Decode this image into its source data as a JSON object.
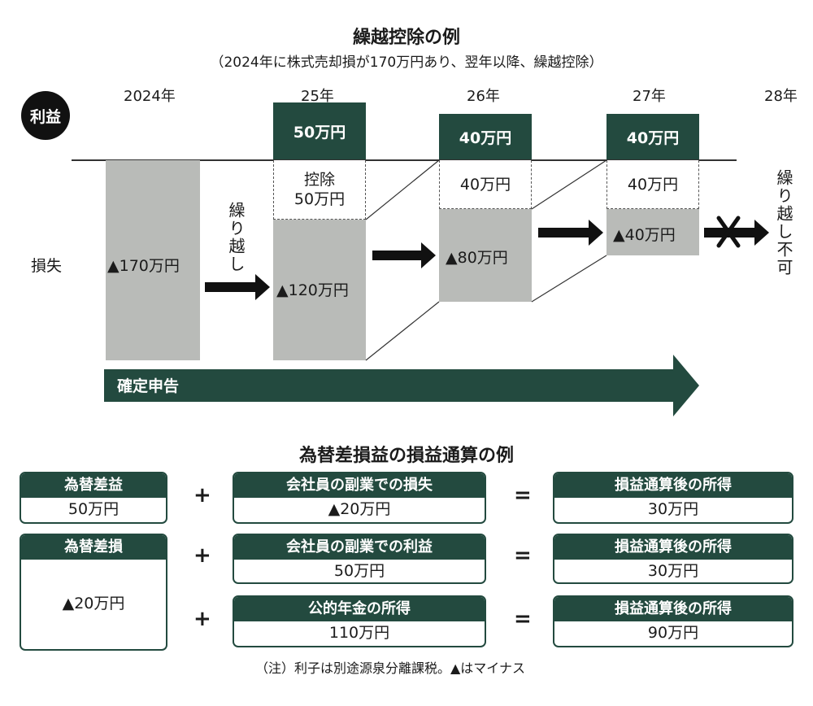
{
  "top": {
    "title": "繰越控除の例",
    "subtitle": "（2024年に株式売却損が170万円あり、翌年以降、繰越控除）",
    "years": [
      "2024年",
      "25年",
      "26年",
      "27年",
      "28年"
    ],
    "row_labels": {
      "profit": "利益",
      "loss": "損失"
    },
    "profit_boxes": [
      "50万円",
      "40万円",
      "40万円"
    ],
    "deduction_boxes": [
      {
        "line1": "控除",
        "line2": "50万円"
      },
      {
        "line1": "40万円",
        "line2": ""
      },
      {
        "line1": "40万円",
        "line2": ""
      }
    ],
    "loss_values": [
      "▲170万円",
      "▲120万円",
      "▲80万円",
      "▲40万円"
    ],
    "carry_over": "繰り越し",
    "no_carry_over": "繰り越し不可",
    "tax_return": "確定申告"
  },
  "bottom": {
    "title": "為替差損益の損益通算の例",
    "rows": [
      {
        "left": {
          "head": "為替差益",
          "value": "50万円"
        },
        "op": "+",
        "middle": {
          "head": "会社員の副業での損失",
          "value": "▲20万円"
        },
        "eq": "=",
        "right": {
          "head": "損益通算後の所得",
          "value": "30万円"
        }
      },
      {
        "left": {
          "head": "為替差損",
          "value": "▲20万円"
        },
        "op": "+",
        "middle": {
          "head": "会社員の副業での利益",
          "value": "50万円"
        },
        "eq": "=",
        "right": {
          "head": "損益通算後の所得",
          "value": "30万円"
        }
      },
      {
        "op": "+",
        "middle": {
          "head": "公的年金の所得",
          "value": "110万円"
        },
        "eq": "=",
        "right": {
          "head": "損益通算後の所得",
          "value": "90万円"
        }
      }
    ],
    "note": "（注）利子は別途源泉分離課税。▲はマイナス"
  }
}
